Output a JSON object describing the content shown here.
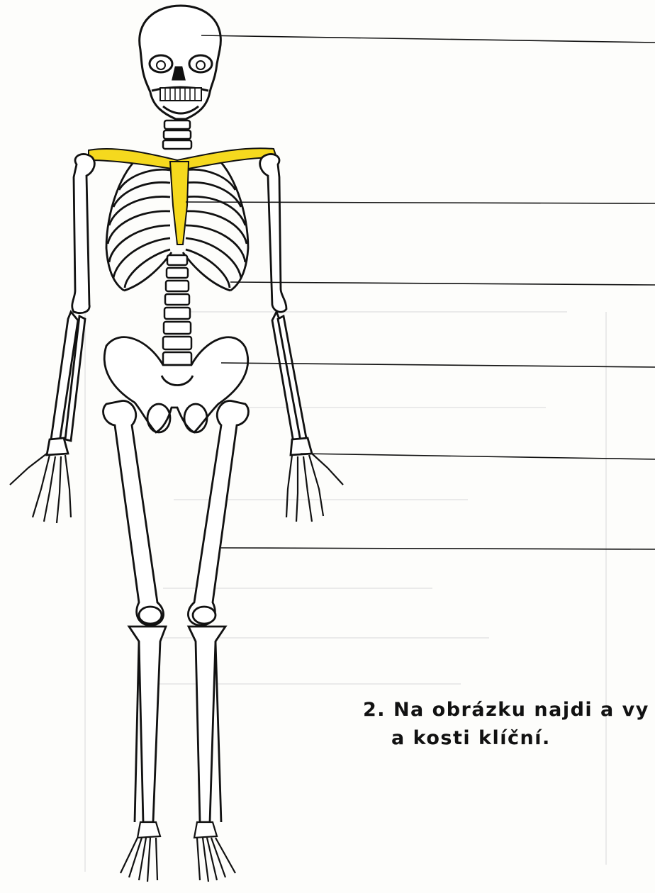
{
  "exercise": {
    "number": "2.",
    "line1": "Na obrázku najdi a vy",
    "line2": "a kosti klíční."
  },
  "answer_lines_count": 6,
  "colors": {
    "highlight": "#f5d91e",
    "ink": "#111111",
    "paper": "#fdfdfb"
  }
}
